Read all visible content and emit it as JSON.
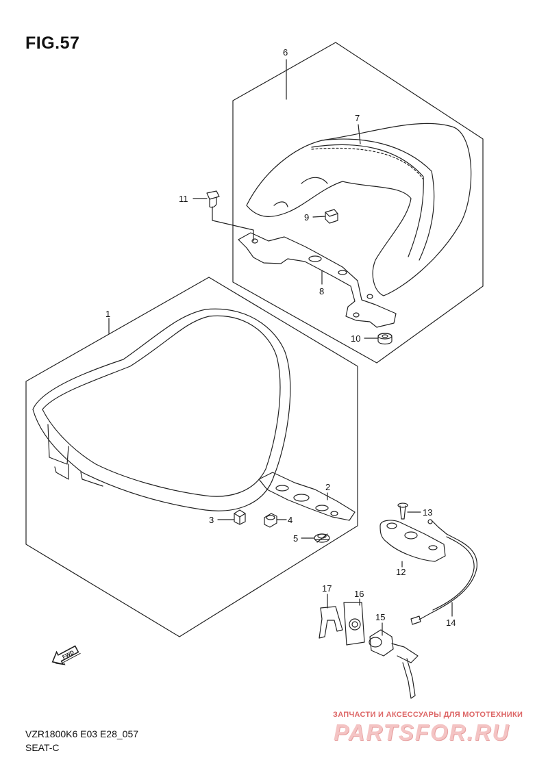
{
  "figure": {
    "title": "FIG.57",
    "model_code": "VZR1800K6 E03 E28_057",
    "section_name": "SEAT-C"
  },
  "callouts": [
    {
      "id": "1",
      "label": "1"
    },
    {
      "id": "2",
      "label": "2"
    },
    {
      "id": "3",
      "label": "3"
    },
    {
      "id": "4",
      "label": "4"
    },
    {
      "id": "5",
      "label": "5"
    },
    {
      "id": "6",
      "label": "6"
    },
    {
      "id": "7",
      "label": "7"
    },
    {
      "id": "8",
      "label": "8"
    },
    {
      "id": "9",
      "label": "9"
    },
    {
      "id": "10",
      "label": "10"
    },
    {
      "id": "11",
      "label": "11"
    },
    {
      "id": "12",
      "label": "12"
    },
    {
      "id": "13",
      "label": "13"
    },
    {
      "id": "14",
      "label": "14"
    },
    {
      "id": "15",
      "label": "15"
    },
    {
      "id": "16",
      "label": "16"
    },
    {
      "id": "17",
      "label": "17"
    }
  ],
  "fwd_arrow": {
    "label": "FWD",
    "icon": "forward-arrow-icon"
  },
  "watermark": {
    "tagline": "ЗАПЧАСТИ И АКСЕССУАРЫ ДЛЯ МОТОТЕХНИКИ",
    "logo": "PARTSFOR.RU",
    "color": "#e8a0a0"
  },
  "colors": {
    "line": "#222222",
    "background": "#ffffff"
  }
}
